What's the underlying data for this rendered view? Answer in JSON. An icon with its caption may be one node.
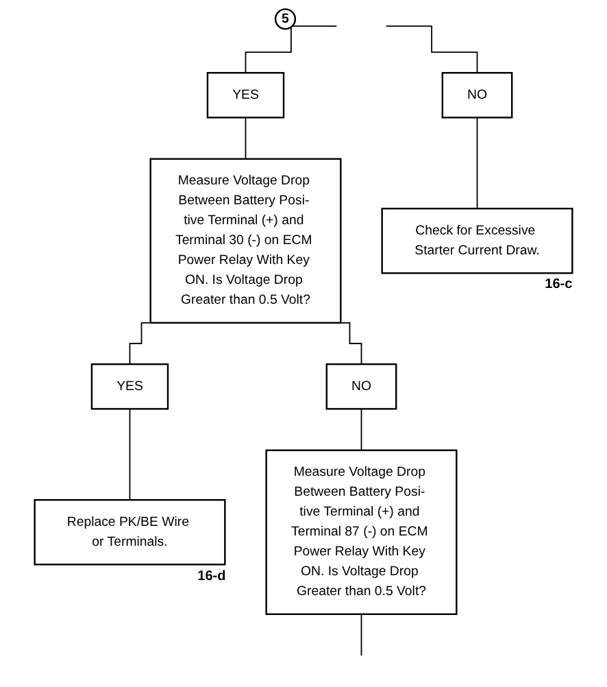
{
  "diagram": {
    "nodes": [
      {
        "text": [
          "YES"
        ]
      },
      {
        "text": [
          "NO"
        ]
      },
      {
        "text": [
          "Measure Voltage Drop Between Battery Posi- tive Terminal (+) and Terminal 30 (-) on ECM Power Relay With Key ON. Is Voltage Drop Greater than 0.5 Volt?"
        ]
      },
      {
        "text": [
          "5"
        ]
      },
      {
        "text": [
          "Check for Excessive Starter Current Draw."
        ],
        "beside": [
          "16-c"
        ]
      },
      {
        "text": [
          "YES"
        ]
      },
      {
        "text": [
          "NO"
        ]
      },
      {
        "text": [
          "Replace PK/BE Wire or Terminals."
        ],
        "beside": [
          "16-d"
        ]
      },
      {
        "text": [
          "Measure Voltage Drop Between Battery Posi- tive Terminal (+) and Terminal 87 (-) on ECM Power Relay With Key ON. Is Voltage Drop Greater than 0.5 Volt?"
        ]
      }
    ],
    "edges": [
      {
        "from": null,
        "to": 0,
        "arrow": "none"
      },
      {
        "from": null,
        "to": 1,
        "arrow": "none"
      },
      {
        "from": 0,
        "to": 2,
        "arrow": "none"
      },
      {
        "from": 1,
        "to": 4,
        "arrow": "none"
      },
      {
        "from": 2,
        "to": 5,
        "arrow": "none"
      },
      {
        "from": 2,
        "to": 6,
        "arrow": "none"
      },
      {
        "from": 5,
        "to": 7,
        "arrow": "none"
      },
      {
        "from": 6,
        "to": 8,
        "arrow": "none"
      },
      {
        "from": 8,
        "to": null,
        "arrow": "none"
      }
    ]
  }
}
